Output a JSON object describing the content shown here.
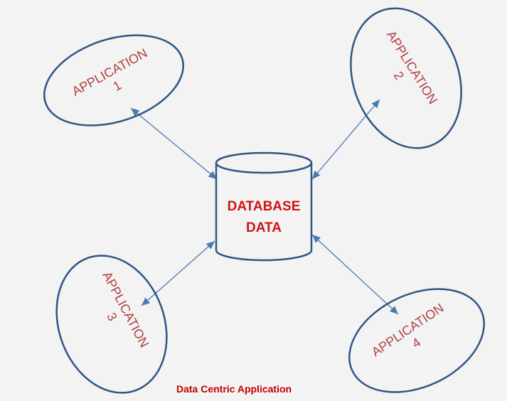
{
  "diagram": {
    "center": {
      "line1": "DATABASE",
      "line2": "DATA"
    },
    "applications": [
      {
        "line1": "APPLICATION",
        "line2": "1"
      },
      {
        "line1": "APPLICATION",
        "line2": "2"
      },
      {
        "line1": "APPLICATION",
        "line2": "3"
      },
      {
        "line1": "APPLICATION",
        "line2": "4"
      }
    ],
    "caption": "Data Centric Application",
    "colors": {
      "shape_stroke": "#2f5584",
      "arrow": "#4a79b4",
      "app_text": "#b0413e",
      "db_text": "#d01313",
      "caption": "#c00000"
    }
  }
}
